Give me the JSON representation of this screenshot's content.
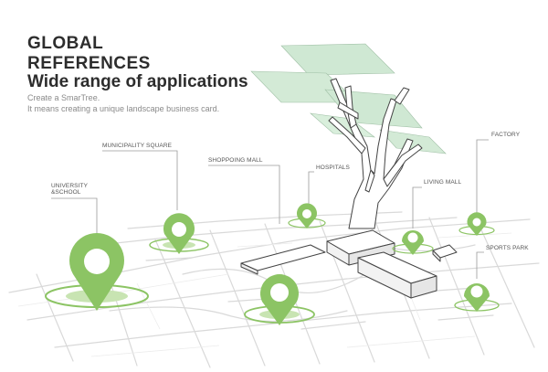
{
  "header": {
    "line1": "GLOBAL",
    "line2": "REFERENCES",
    "line3": "Wide range of applications",
    "sub1": "Create a SmarTree.",
    "sub2": "It means creating a unique landscape business card."
  },
  "labels": {
    "university_1": "UNIVERSITY",
    "university_2": "&SCHOOL",
    "municipality": "MUNICIPALITY SQUARE",
    "mall": "SHOPPOING MALL",
    "hospitals": "HOSPITALS",
    "living": "LIVING MALL",
    "factory": "FACTORY",
    "sports": "SPORTS PARK"
  },
  "colors": {
    "pin_green": "#8cc464",
    "panel_green": "#cfe8d3",
    "text_dark": "#2d2d2d"
  },
  "icons": [
    "map-pin-icon",
    "solar-panel-icon"
  ]
}
